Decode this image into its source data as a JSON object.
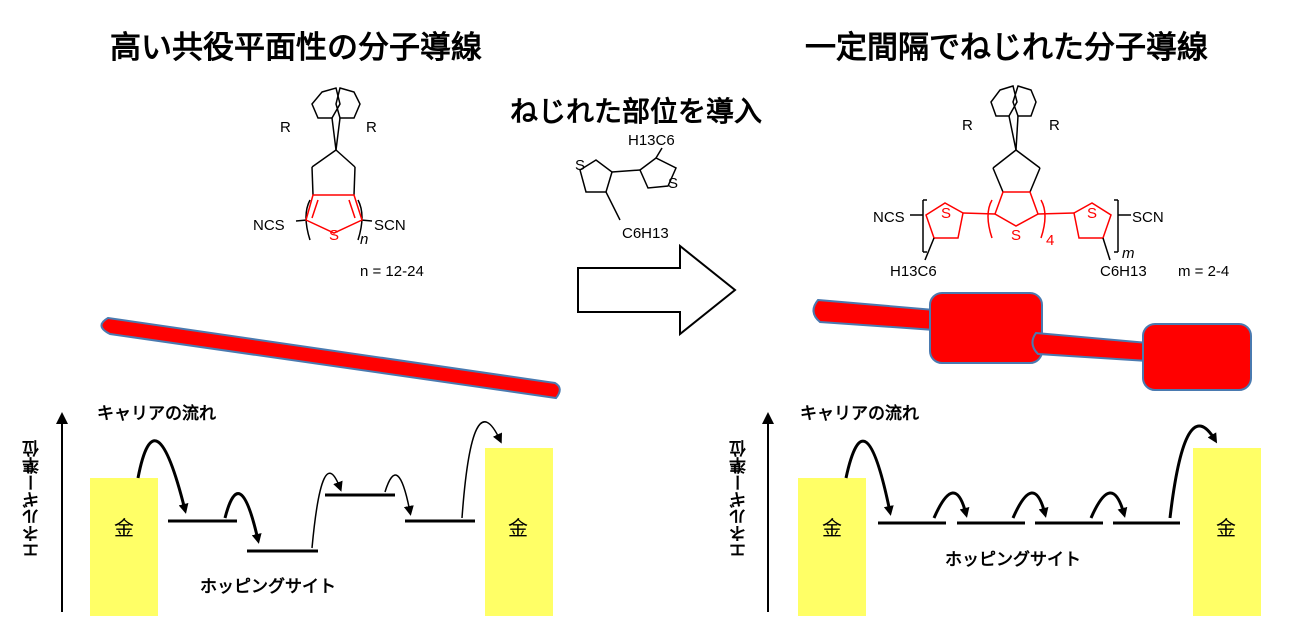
{
  "left_panel": {
    "title": "高い共役平面性の分子導線",
    "molecule": {
      "end_left": "NCS",
      "end_right": "SCN",
      "substituent": "R",
      "heteroatom": "S",
      "repeat": "n",
      "repeat_range": "n = 12-24"
    },
    "energy_axis_label": "エネルギー準位",
    "carrier_flow_label": "キャリアの流れ",
    "hopping_site_label": "ホッピングサイト",
    "electrode_left": "金",
    "electrode_right": "金"
  },
  "center": {
    "title": "ねじれた部位を導入",
    "molecule": {
      "alkyl_top": "H13C6",
      "alkyl_bottom": "C6H13",
      "heteroatom": "S"
    }
  },
  "right_panel": {
    "title": "一定間隔でねじれた分子導線",
    "molecule": {
      "end_left": "NCS",
      "end_right": "SCN",
      "substituent": "R",
      "heteroatom": "S",
      "inner_repeat": "4",
      "repeat": "m",
      "alkyl_left": "H13C6",
      "alkyl_right": "C6H13",
      "repeat_range": "m = 2-4"
    },
    "energy_axis_label": "エネルギー準位",
    "carrier_flow_label": "キャリアの流れ",
    "hopping_site_label": "ホッピングサイト",
    "electrode_left": "金",
    "electrode_right": "金"
  },
  "colors": {
    "conjugated": "#ff0000",
    "gold": "#ffff66",
    "bar_edge": "#4a7ab0"
  }
}
